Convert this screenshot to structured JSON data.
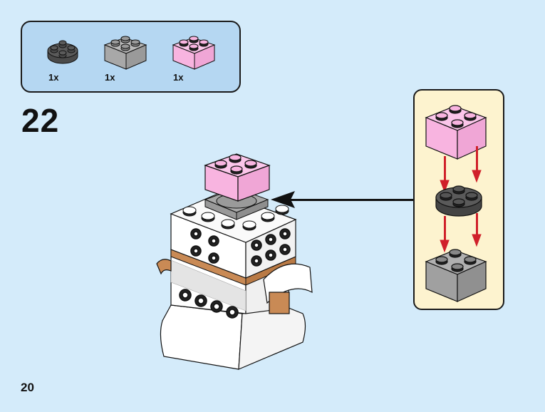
{
  "page": {
    "step_number": "22",
    "page_number": "20",
    "background_color": "#d4ebfa"
  },
  "parts_list": {
    "background_color": "#b5d7f2",
    "items": [
      {
        "name": "round-plate-2x2-dark-gray",
        "color": "#5a5a5a",
        "quantity": "1x"
      },
      {
        "name": "brick-2x2-light-gray",
        "color": "#a8a8a8",
        "quantity": "1x"
      },
      {
        "name": "brick-2x2-pink",
        "color": "#f8b4e0",
        "quantity": "1x"
      }
    ]
  },
  "callout": {
    "background_color": "#fdf3cf",
    "arrow_color": "#d0202a",
    "sequence": [
      "brick-2x2-pink",
      "round-plate-2x2-dark-gray",
      "brick-2x2-light-gray"
    ]
  },
  "colors": {
    "pink": "#f8b4e0",
    "light_gray": "#a8a8a8",
    "dark_gray": "#5a5a5a",
    "white": "#ffffff",
    "tan_brown": "#c98a55",
    "outline": "#111111"
  }
}
